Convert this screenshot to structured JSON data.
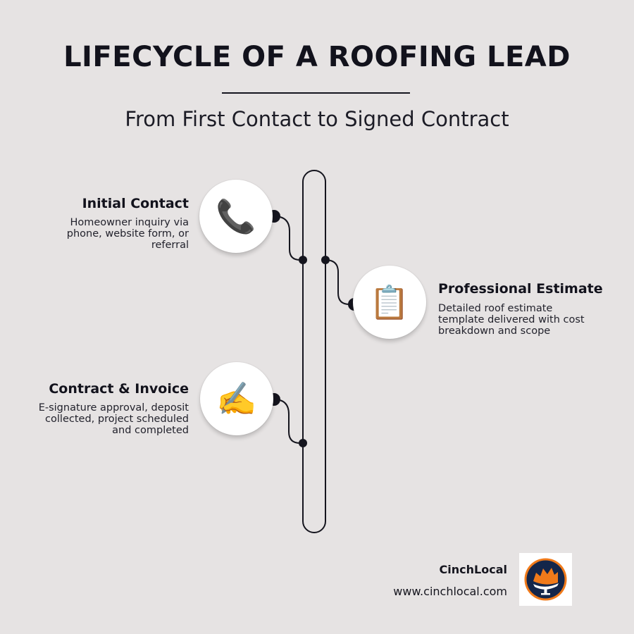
{
  "header": {
    "title": "LIFECYCLE OF A ROOFING LEAD",
    "subtitle": "From First Contact to Signed Contract"
  },
  "steps": [
    {
      "title": "Initial Contact",
      "description": "Homeowner inquiry via phone, website form, or referral",
      "icon": "telephone-icon",
      "glyph": "📞"
    },
    {
      "title": "Professional Estimate",
      "description": "Detailed roof estimate template delivered with cost breakdown and scope",
      "icon": "clipboard-icon",
      "glyph": "📋"
    },
    {
      "title": "Contract & Invoice",
      "description": "E-signature approval, deposit collected, project scheduled and completed",
      "icon": "writing-hand-icon",
      "glyph": "✍️"
    }
  ],
  "footer": {
    "brand": "CinchLocal",
    "url": "www.cinchlocal.com",
    "logo_icon": "cinchlocal-logo-icon"
  },
  "colors": {
    "background": "#e6e3e3",
    "line": "#15151e",
    "logo_navy": "#14264a",
    "logo_orange": "#f07a1a"
  }
}
